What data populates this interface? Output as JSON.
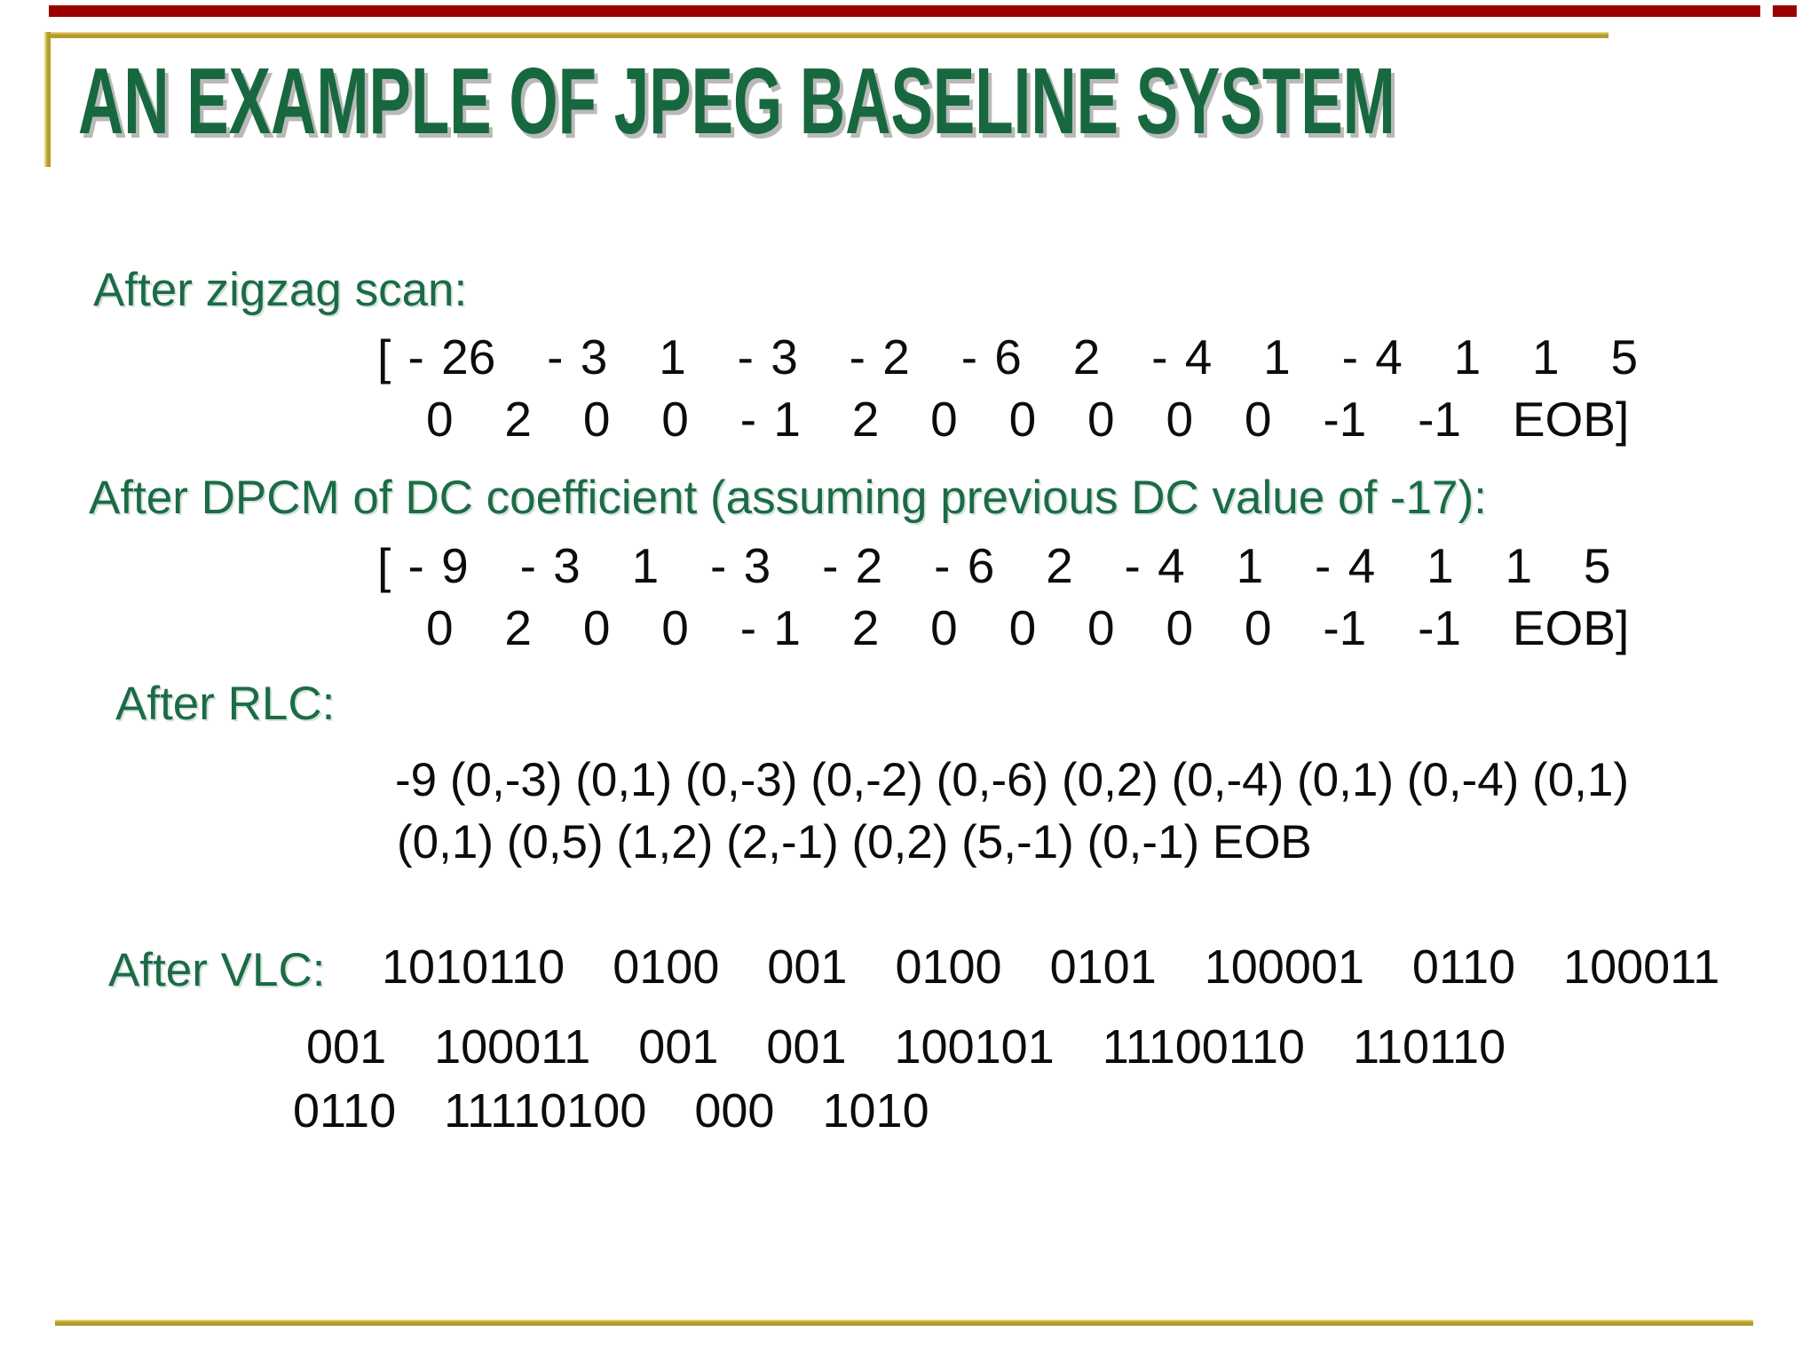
{
  "slide": {
    "title": "AN EXAMPLE OF JPEG BASELINE SYSTEM",
    "sections": {
      "zigzag": {
        "label": "After zigzag scan:",
        "line1": "[ - 26   - 3   1   - 3   - 2   - 6   2   - 4   1   - 4   1   1   5",
        "line2": "0   2   0   0   - 1   2   0   0   0   0   0   -1   -1   EOB]"
      },
      "dpcm": {
        "label": "After DPCM of DC coefficient (assuming previous DC value of -17):",
        "line1": "[ - 9   - 3   1   - 3   - 2   - 6   2   - 4   1   - 4   1   1   5",
        "line2": "0   2   0   0   - 1   2   0   0   0   0   0   -1   -1   EOB]"
      },
      "rlc": {
        "label": "After RLC:",
        "line1": "-9 (0,-3) (0,1) (0,-3) (0,-2) (0,-6) (0,2) (0,-4) (0,1) (0,-4) (0,1)",
        "line2": "(0,1) (0,5) (1,2) (2,-1) (0,2) (5,-1) (0,-1) EOB"
      },
      "vlc": {
        "label": "After VLC:",
        "line1": "1010110  0100  001  0100  0101  100001  0110  100011",
        "line2": "001  100011  001  001  100101  11100110  110110",
        "line3": "0110  11110100  000  1010"
      }
    },
    "colors": {
      "heading_green": "#17683f",
      "label_green": "#1b6b46",
      "body_black": "#0c0c0c",
      "gold": "#b49b2f",
      "gold_light": "#f0e68c",
      "red_accent": "#990000"
    }
  }
}
